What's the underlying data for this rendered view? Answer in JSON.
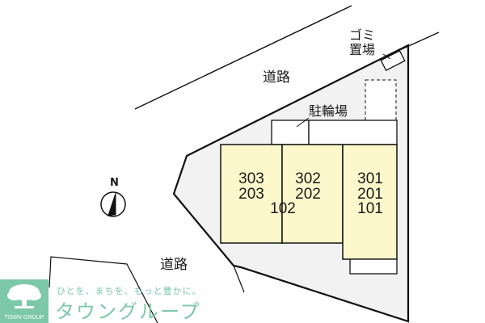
{
  "map": {
    "roads": [
      {
        "label": "道路",
        "position": "north"
      },
      {
        "label": "道路",
        "position": "south-west"
      }
    ],
    "garbage_area": {
      "line1": "ゴミ",
      "line2": "置場"
    },
    "bicycle_parking": {
      "label": "駐輪場"
    },
    "compass": {
      "label": "N",
      "icon": "north-arrow-icon"
    },
    "units": [
      {
        "block": "west",
        "numbers": [
          "303",
          "203"
        ]
      },
      {
        "block": "middle",
        "numbers": [
          "302",
          "202"
        ]
      },
      {
        "block": "west-middle-shared",
        "numbers": [
          "102"
        ]
      },
      {
        "block": "east",
        "numbers": [
          "301",
          "201",
          "101"
        ]
      }
    ],
    "colors": {
      "building_fill": "#fdf8cc",
      "site_fill": "#f2f2f2",
      "line": "#111111"
    }
  },
  "branding": {
    "logo_caption": "TOWN GROUP",
    "tagline": "ひとを、まちを、もっと豊かに。",
    "name": "タウングループ",
    "color": "#7cc8a8"
  }
}
